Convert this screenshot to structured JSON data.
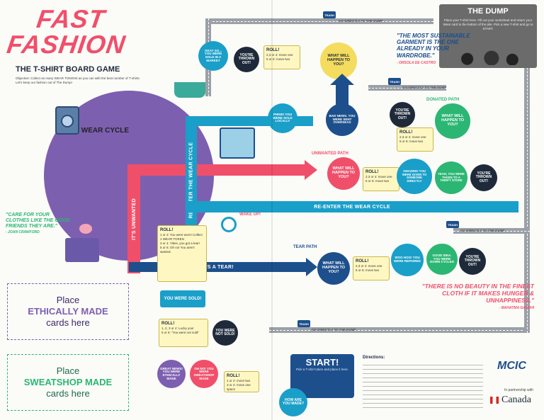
{
  "title": {
    "line1": "FAST",
    "line2": "FASHION",
    "subtitle": "THE T-SHIRT BOARD GAME",
    "objective": "Objective: Collect as many WEAR TOKENS as you can with the best number of T-shirts. Let's keep our fashion out of The Dump!"
  },
  "wear_cycle": {
    "label": "THE WEAR CYCLE",
    "unwanted": "IT'S UNWANTED",
    "reenter": "RE-ENTER THE WEAR CYCLE",
    "reenter2": "RE-ENTER THE WEAR CYCLE",
    "tear": "IT'S A TEAR!",
    "wake_up": "WAKE UP!"
  },
  "paths": {
    "unwanted": "UNWANTED PATH",
    "donated": "DONATED PATH",
    "tear": "TEAR PATH"
  },
  "dump": {
    "title": "THE DUMP",
    "text": "Place your T-shirt here. Fill out your worksheet and return your Wear card to the bottom of the pile. Pick a new T-shirt and go to START."
  },
  "go_dump": "GO DIRECTLY TO THE DUMP",
  "trash": "TRASH",
  "circles": {
    "sold_market": "OKAY SO... YOU WERE SOLD IN A MARKET",
    "thrown_out_1": "YOU'RE THROWN OUT!",
    "what_happen_1": "WHAT WILL HAPPEN TO YOU?",
    "sold_locally": "PHEW! YOU WERE SOLD LOCALLY",
    "sent_overseas": "BAD NEWS. YOU WERE SENT OVERSEAS",
    "thrown_out_2": "YOU'RE THROWN OUT!",
    "what_happen_2": "WHAT WILL HAPPEN TO YOU?",
    "what_happen_3": "WHAT WILL HAPPEN TO YOU?",
    "given_someone": "AMAZING! YOU WERE GIVEN TO SOMEONE DIRECTLY",
    "taken_thrift": "YEAH, YOU WERE TAKEN TO A THRIFT STORE",
    "thrown_out_3": "YOU'RE THROWN OUT!",
    "what_happen_4": "WHAT WILL HAPPEN TO YOU?",
    "repaired": "WOO HOO! YOU WERE REPAIRED",
    "down_cycled": "GOOD IDEA. YOU WERE DOWN CYCLED",
    "thrown_out_4": "YOU'RE THROWN OUT!",
    "sold": "YOU WERE SOLD!",
    "not_sold": "YOU WERE NOT SOLD!",
    "ethically": "GREAT NEWS! YOU WERE ETHICALLY MADE",
    "sweatshop": "OH NO! YOU WERE SWEATSHOP MADE",
    "start": "START!",
    "how_made": "HOW ARE YOU MADE?"
  },
  "roll": "ROLL!",
  "cards": {
    "roll1": [
      "2,3 or 4: move one",
      "5 or 6: move two"
    ],
    "roll_main": [
      "1 or 2: You were worn! Collect 1 WEAR TOKEN",
      "3 or 4: Yikes, you got a tear!",
      "5 or 6: Oh no! You aren't wanted."
    ],
    "roll_sold": [
      "1, 2, 3 or 4: Lucky you!",
      "5 or 6: \"You were not sold\""
    ],
    "roll_start": [
      "1 or 2: move two",
      "3 or 4: move one space"
    ]
  },
  "quotes": {
    "q1": "\"THE MOST SUSTAINABLE GARMENT IS THE ONE ALREADY IN YOUR WARDROBE.\"",
    "q1_by": "- ORSOLA DE CASTRO",
    "q2": "\"CARE FOR YOUR CLOTHES LIKE THE GOOD FRIENDS THEY ARE.\"",
    "q2_by": "- JOAN CRAWFORD",
    "q3": "\"THERE IS NO BEAUTY IN THE FINEST CLOTH IF IT MAKES HUNGER & UNHAPPINESS.\"",
    "q3_by": "- MAHATMA GANDHI"
  },
  "place_ethical": {
    "line1": "Place",
    "line2": "ETHICALLY MADE",
    "line3": "cards here"
  },
  "place_sweatshop": {
    "line1": "Place",
    "line2": "SWEATSHOP MADE",
    "line3": "cards here"
  },
  "start_box": {
    "title": "START!",
    "text": "Pick a T-shirt token and place it here."
  },
  "directions_title": "Directions:",
  "partner": "In partnership with",
  "canada": "Canada",
  "logo": "MCIC",
  "colors": {
    "pink": "#f04f6a",
    "purple": "#7d5fb0",
    "teal": "#1a9fc9",
    "navy": "#1d4f8c",
    "yellow": "#f4dc5e",
    "green": "#2bb673"
  }
}
